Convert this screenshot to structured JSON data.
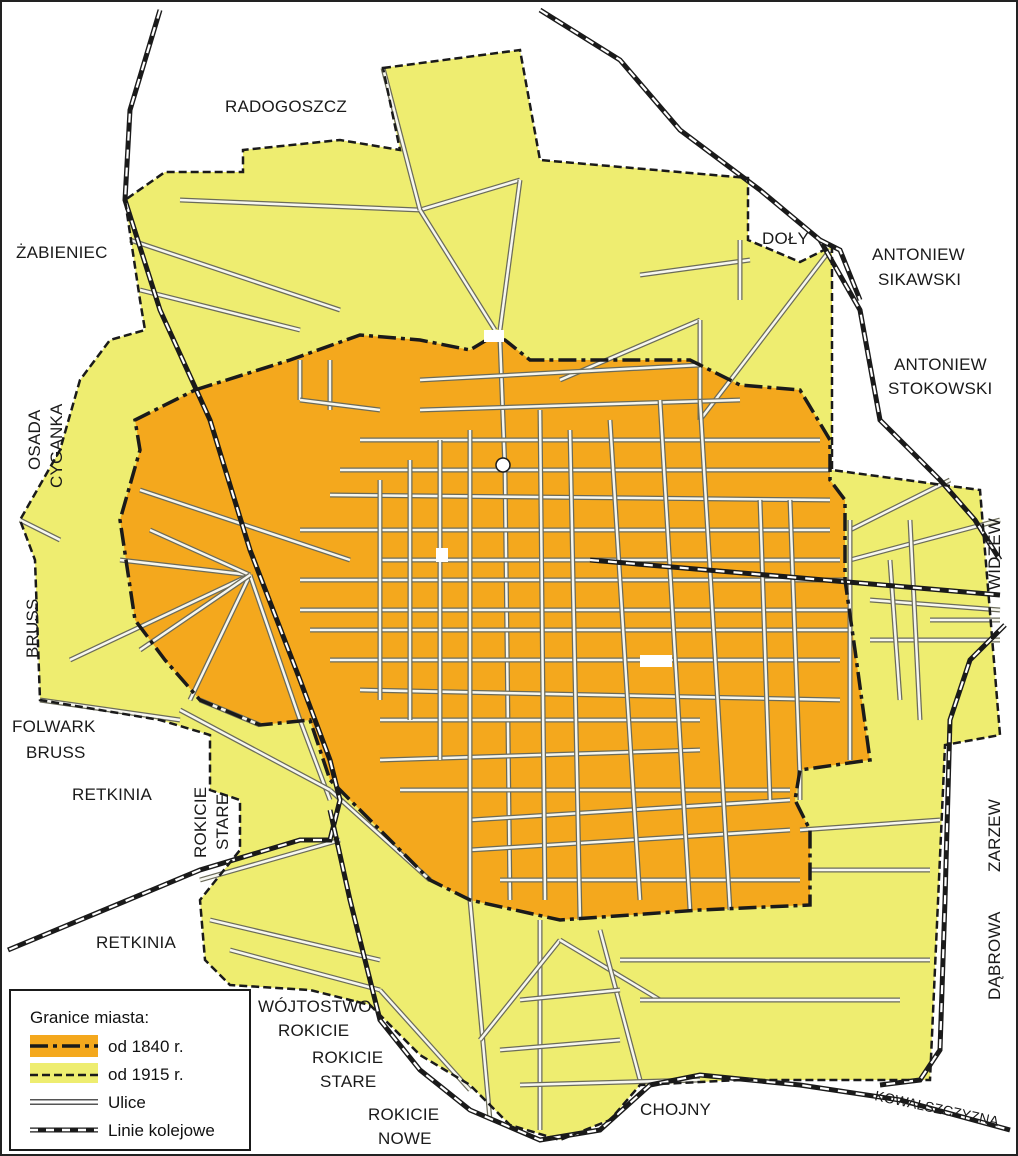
{
  "colors": {
    "city_1840": "#f4a81d",
    "city_1915": "#eeed70",
    "street": "#f7f7f0",
    "border": "#1a1a1a",
    "background": "#ffffff"
  },
  "labels": {
    "radogoszcz": "RADOGOSZCZ",
    "zabieniec": "ŻABIENIEC",
    "osada_cyganka_1": "OSADA",
    "osada_cyganka_2": "CYGANKA",
    "bruss": "BRUSS",
    "folwark_bruss_1": "FOLWARK",
    "folwark_bruss_2": "BRUSS",
    "retkinia_top": "RETKINIA",
    "rokicie_stare_rot_1": "ROKICIE",
    "rokicie_stare_rot_2": "STARE",
    "retkinia_bottom": "RETKINIA",
    "wojtostwo_1": "WÓJTOSTWO",
    "wojtostwo_2": "ROKICIE",
    "rokicie_stare_1": "ROKICIE",
    "rokicie_stare_2": "STARE",
    "rokicie_nowe_1": "ROKICIE",
    "rokicie_nowe_2": "NOWE",
    "chojny": "CHOJNY",
    "kowalszczyzna": "KOWALSZCZYZNA",
    "dabrowa": "DĄBROWA",
    "zarzew": "ZARZEW",
    "widzew": "WIDZEW",
    "doly": "DOŁY",
    "antoniew_sikawski_1": "ANTONIEW",
    "antoniew_sikawski_2": "SIKAWSKI",
    "antoniew_stokowski_1": "ANTONIEW",
    "antoniew_stokowski_2": "STOKOWSKI"
  },
  "legend": {
    "title": "Granice miasta:",
    "items": [
      {
        "key": "1840",
        "label": "od 1840 r."
      },
      {
        "key": "1915",
        "label": "od 1915 r."
      },
      {
        "key": "streets",
        "label": "Ulice"
      },
      {
        "key": "rail",
        "label": "Linie kolejowe"
      }
    ]
  }
}
